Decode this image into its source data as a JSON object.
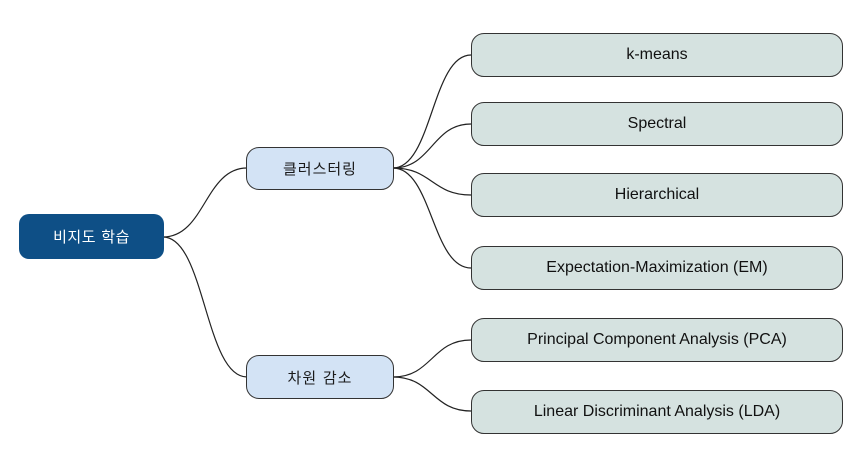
{
  "root": {
    "label": "비지도 학습"
  },
  "branches": [
    {
      "label": "클러스터링",
      "children": [
        {
          "label": "k-means"
        },
        {
          "label": "Spectral"
        },
        {
          "label": "Hierarchical"
        },
        {
          "label": "Expectation-Maximization (EM)"
        }
      ]
    },
    {
      "label": "차원 감소",
      "children": [
        {
          "label": "Principal Component Analysis (PCA)"
        },
        {
          "label": "Linear Discriminant Analysis (LDA)"
        }
      ]
    }
  ],
  "colors": {
    "root_fill": "#0e4f86",
    "branch_fill": "#d3e3f5",
    "leaf_fill": "#d5e2e0",
    "border": "#333333",
    "connector": "#222222"
  }
}
